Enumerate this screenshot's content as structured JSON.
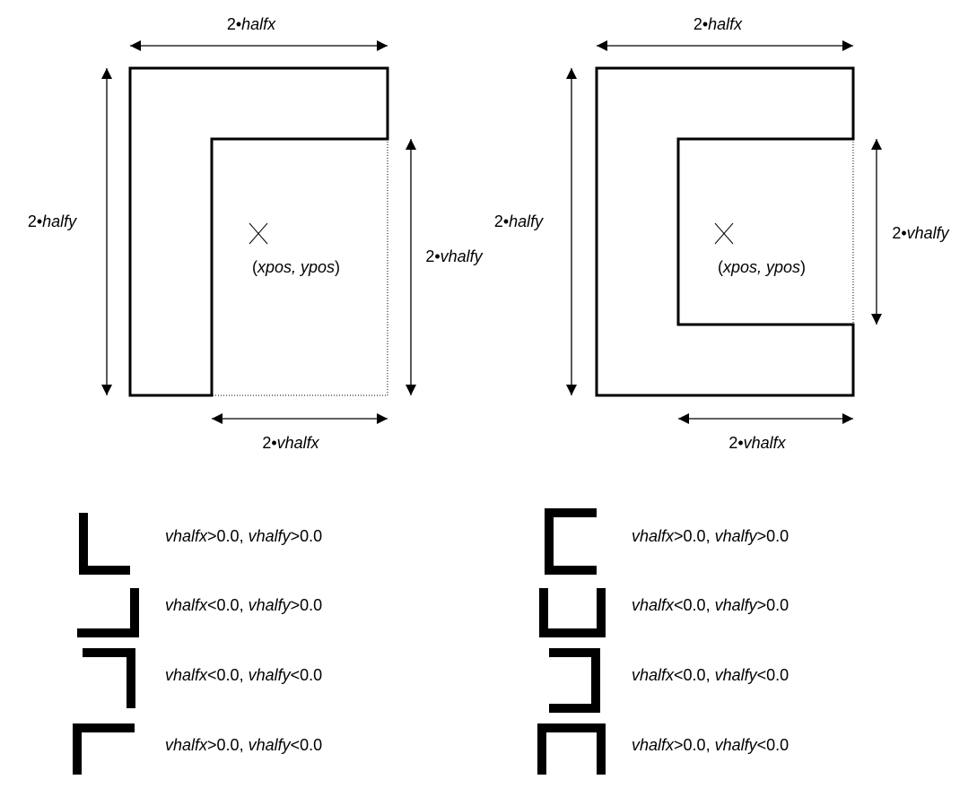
{
  "diagrams": [
    {
      "shape": "L",
      "label_width": "2•halfx",
      "label_height": "2•halfy",
      "label_void_height": "2•vhalfy",
      "label_void_width": "2•vhalfx",
      "label_center": "(xpos, ypos)"
    },
    {
      "shape": "C",
      "label_width": "2•halfx",
      "label_height": "2•halfy",
      "label_void_height": "2•vhalfy",
      "label_void_width": "2•vhalfx",
      "label_center": "(xpos, ypos)"
    }
  ],
  "legend": {
    "rows": [
      {
        "x_var": "vhalfx",
        "x_cond": ">0.0, ",
        "y_var": "vhalfy",
        "y_cond": ">0.0"
      },
      {
        "x_var": "vhalfx",
        "x_cond": "<0.0, ",
        "y_var": "vhalfy",
        "y_cond": ">0.0"
      },
      {
        "x_var": "vhalfx",
        "x_cond": "<0.0, ",
        "y_var": "vhalfy",
        "y_cond": "<0.0"
      },
      {
        "x_var": "vhalfx",
        "x_cond": ">0.0, ",
        "y_var": "vhalfy",
        "y_cond": "<0.0"
      }
    ]
  },
  "colors": {
    "ink": "#000000",
    "background": "#ffffff"
  }
}
